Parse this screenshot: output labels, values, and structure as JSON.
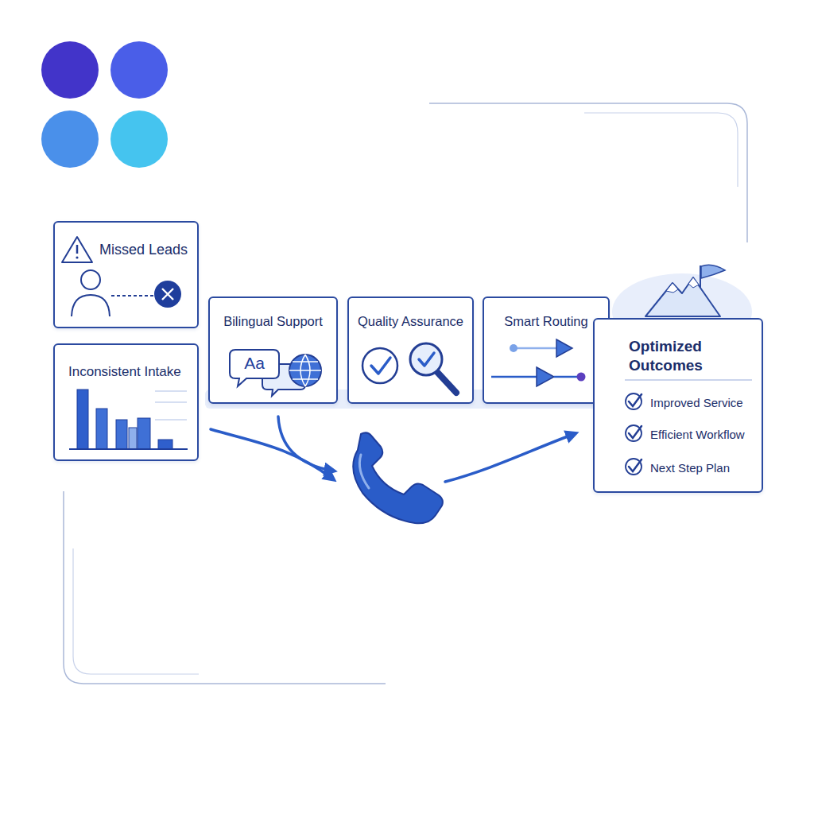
{
  "diagram": {
    "nodes": [
      {
        "text": [
          "Missed Leads"
        ]
      },
      {
        "text": [
          "Inconsistent Intake"
        ]
      },
      {
        "text": [
          "Bilingual Support"
        ]
      },
      {
        "text": [
          "Quality Assurance"
        ]
      },
      {
        "text": [
          "Smart Routing"
        ]
      },
      {
        "text": [
          "Optimized Outcomes",
          "Improved Service",
          "Efficient Workflow",
          "Next Step Plan"
        ]
      }
    ],
    "labels": [
      "Aa"
    ]
  }
}
